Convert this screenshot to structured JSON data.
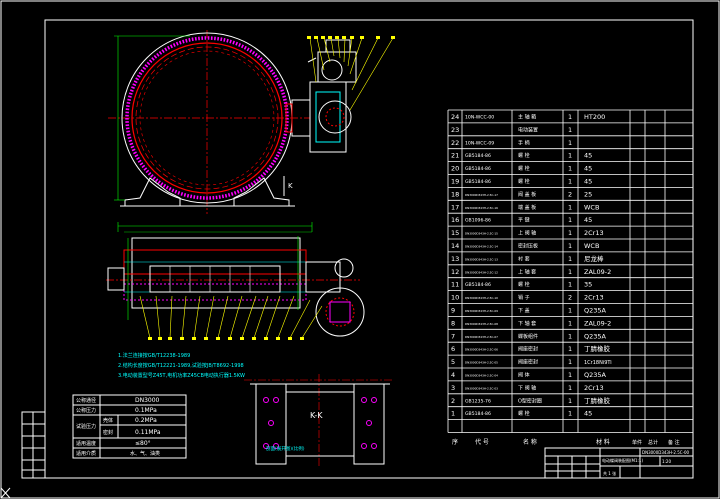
{
  "colors": {
    "background": "#000000",
    "frame": "#ffffff",
    "body": "#ff0000",
    "outline": "#ffffff",
    "fastener": "#ff00ff",
    "leader": "#ffff00",
    "dimension": "#00ff00",
    "centerline": "#ff0000",
    "section": "#00ffff"
  },
  "bom": [
    {
      "no": "24",
      "code": "10N-WCC-00",
      "name": "主 轴 箱",
      "qty": "1",
      "mat": "HT200"
    },
    {
      "no": "23",
      "code": "",
      "name": "电动装置",
      "qty": "1",
      "mat": ""
    },
    {
      "no": "22",
      "code": "10N-WCC-09",
      "name": "手   柄",
      "qty": "1",
      "mat": ""
    },
    {
      "no": "21",
      "code": "GB5184-86",
      "name": "螺   栓",
      "qty": "1",
      "mat": "45"
    },
    {
      "no": "20",
      "code": "GB5184-86",
      "name": "螺   栓",
      "qty": "1",
      "mat": "45"
    },
    {
      "no": "19",
      "code": "GB5184-86",
      "name": "螺   栓",
      "qty": "1",
      "mat": "45"
    },
    {
      "no": "18",
      "code": "DN3000D343H-2.5C-17",
      "name": "阀 盖 板",
      "qty": "2",
      "mat": "25"
    },
    {
      "no": "17",
      "code": "DN3000D343H-2.5C-16",
      "name": "端 盖 板",
      "qty": "1",
      "mat": "WCB"
    },
    {
      "no": "16",
      "code": "GB1096-86",
      "name": "平   键",
      "qty": "1",
      "mat": "45"
    },
    {
      "no": "15",
      "code": "DN3000D343H-2.5C-15",
      "name": "上 阀 轴",
      "qty": "1",
      "mat": "2Cr13"
    },
    {
      "no": "14",
      "code": "DN3000D343H-2.5C-14",
      "name": "密封压板",
      "qty": "1",
      "mat": "WCB"
    },
    {
      "no": "13",
      "code": "DN3000D343H-2.5C-13",
      "name": "衬   套",
      "qty": "1",
      "mat": "尼龙棒"
    },
    {
      "no": "12",
      "code": "DN3000D343H-2.5C-12",
      "name": "上 轴 套",
      "qty": "1",
      "mat": "ZAL09-2"
    },
    {
      "no": "11",
      "code": "GB5184-86",
      "name": "螺   栓",
      "qty": "1",
      "mat": "35"
    },
    {
      "no": "10",
      "code": "DN3000D343H-2.5C-10",
      "name": "销   子",
      "qty": "2",
      "mat": "2Cr13"
    },
    {
      "no": "9",
      "code": "DN3000D343H-2.5C-09",
      "name": "下 盖",
      "qty": "1",
      "mat": "Q235A"
    },
    {
      "no": "8",
      "code": "DN3000D343H-2.5C-08",
      "name": "下 轴 套",
      "qty": "1",
      "mat": "ZAL09-2"
    },
    {
      "no": "7",
      "code": "DN3000D343H-2.5C-07",
      "name": "蝶板组件",
      "qty": "1",
      "mat": "Q235A"
    },
    {
      "no": "6",
      "code": "DN3000D343H-2.5C-06",
      "name": "阀座密封",
      "qty": "1",
      "mat": "丁腈橡胶"
    },
    {
      "no": "5",
      "code": "DN3000D343H-2.5C-05",
      "name": "阀座密封",
      "qty": "1",
      "mat": "1Cr18Ni9Ti"
    },
    {
      "no": "4",
      "code": "DN3000D343H-2.5C-04",
      "name": "阀   体",
      "qty": "1",
      "mat": "Q235A"
    },
    {
      "no": "3",
      "code": "DN3000D343H-2.5C-03",
      "name": "下 阀 轴",
      "qty": "1",
      "mat": "2Cr13"
    },
    {
      "no": "2",
      "code": "GB1235-76",
      "name": "O型密封圈",
      "qty": "1",
      "mat": "丁腈橡胶"
    },
    {
      "no": "1",
      "code": "GB5184-86",
      "name": "螺   栓",
      "qty": "1",
      "mat": "45"
    }
  ],
  "bom_header": {
    "no": "序",
    "code": "代   号",
    "name": "名   称",
    "qty": "",
    "mat": "材  料",
    "c1": "单件",
    "c2": "总计",
    "c3": "备  注"
  },
  "notes": [
    "1.法兰连接按GB/T12238-1989",
    "2.结构长度按GB/T12221-1989,试验按JB/T8692-1998",
    "3.电动装置型号Z45T,电机功率Z45CB电动执行器1.5KW"
  ],
  "spec_table": {
    "rows": [
      {
        "label": "公称通径",
        "sub": "",
        "value": "DN3000"
      },
      {
        "label": "公称压力",
        "sub": "",
        "value": "0.1MPa"
      },
      {
        "label": "试验压力",
        "sub": "壳体",
        "value": "0.2MPa"
      },
      {
        "label": "",
        "sub": "密封",
        "value": "0.11MPa"
      },
      {
        "label": "适用温度",
        "sub": "",
        "value": "≤80°"
      },
      {
        "label": "适用介质",
        "sub": "",
        "value": "水、气、油类"
      }
    ]
  },
  "section_view": {
    "label": "K-K",
    "note": "剖面(展开图)(比例)"
  },
  "view_marker": "K",
  "title_block": {
    "drawing_no": "DN3000D343H-2.5C-00",
    "title": "电动蝶阀装配图(M1:1)",
    "scale": "1:20",
    "sheet": "共 1 张"
  }
}
